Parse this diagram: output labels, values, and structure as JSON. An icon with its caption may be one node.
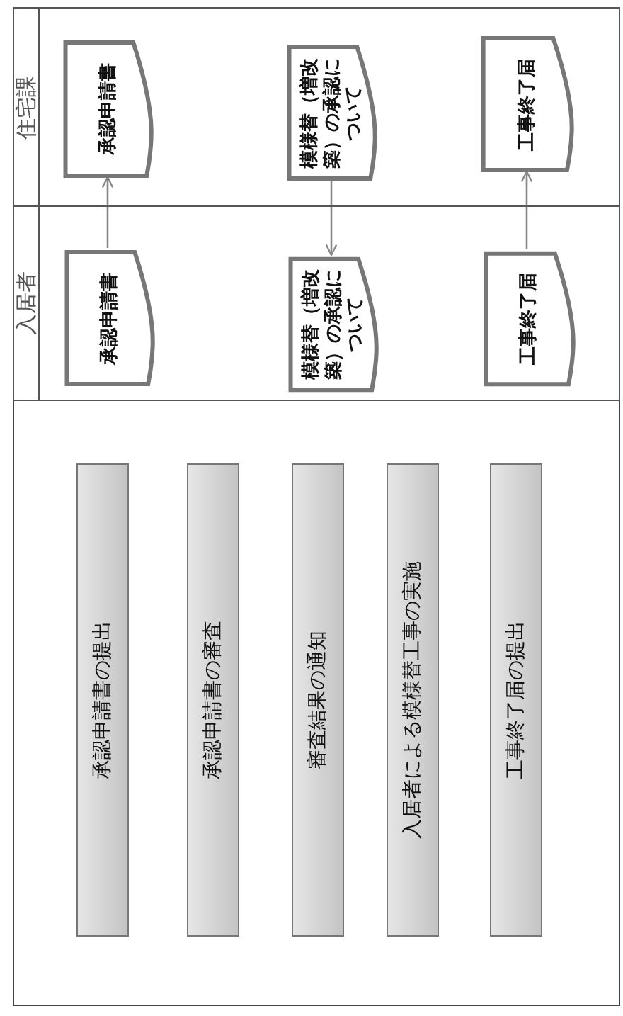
{
  "diagram": {
    "nodes": [
      {
        "text": [
          "承認申請書の提出"
        ]
      },
      {
        "text": [
          "承認申請書の審査"
        ]
      },
      {
        "text": [
          "審査結果の通知"
        ]
      },
      {
        "text": [
          "入居者による模様替工事の実施"
        ]
      },
      {
        "text": [
          "工事終了届の提出"
        ]
      },
      {
        "text": [
          "入居者"
        ]
      },
      {
        "text": [
          "承認申請書"
        ],
        "in": 5
      },
      {
        "text": [
          "模様替（増改築）の承認について"
        ],
        "in": 5
      },
      {
        "text": [
          "工事終了届"
        ],
        "in": 5
      },
      {
        "text": [
          "住宅課"
        ]
      },
      {
        "text": [
          "承認申請書"
        ],
        "in": 9
      },
      {
        "text": [
          "模様替（増改築）の承認について"
        ],
        "in": 9
      },
      {
        "text": [
          "工事終了届"
        ],
        "in": 9
      }
    ],
    "edges": [
      {
        "from": 6,
        "to": 10,
        "arrow": "to"
      },
      {
        "from": 11,
        "to": 7,
        "arrow": "to"
      },
      {
        "from": 8,
        "to": 12,
        "arrow": "to"
      }
    ]
  }
}
